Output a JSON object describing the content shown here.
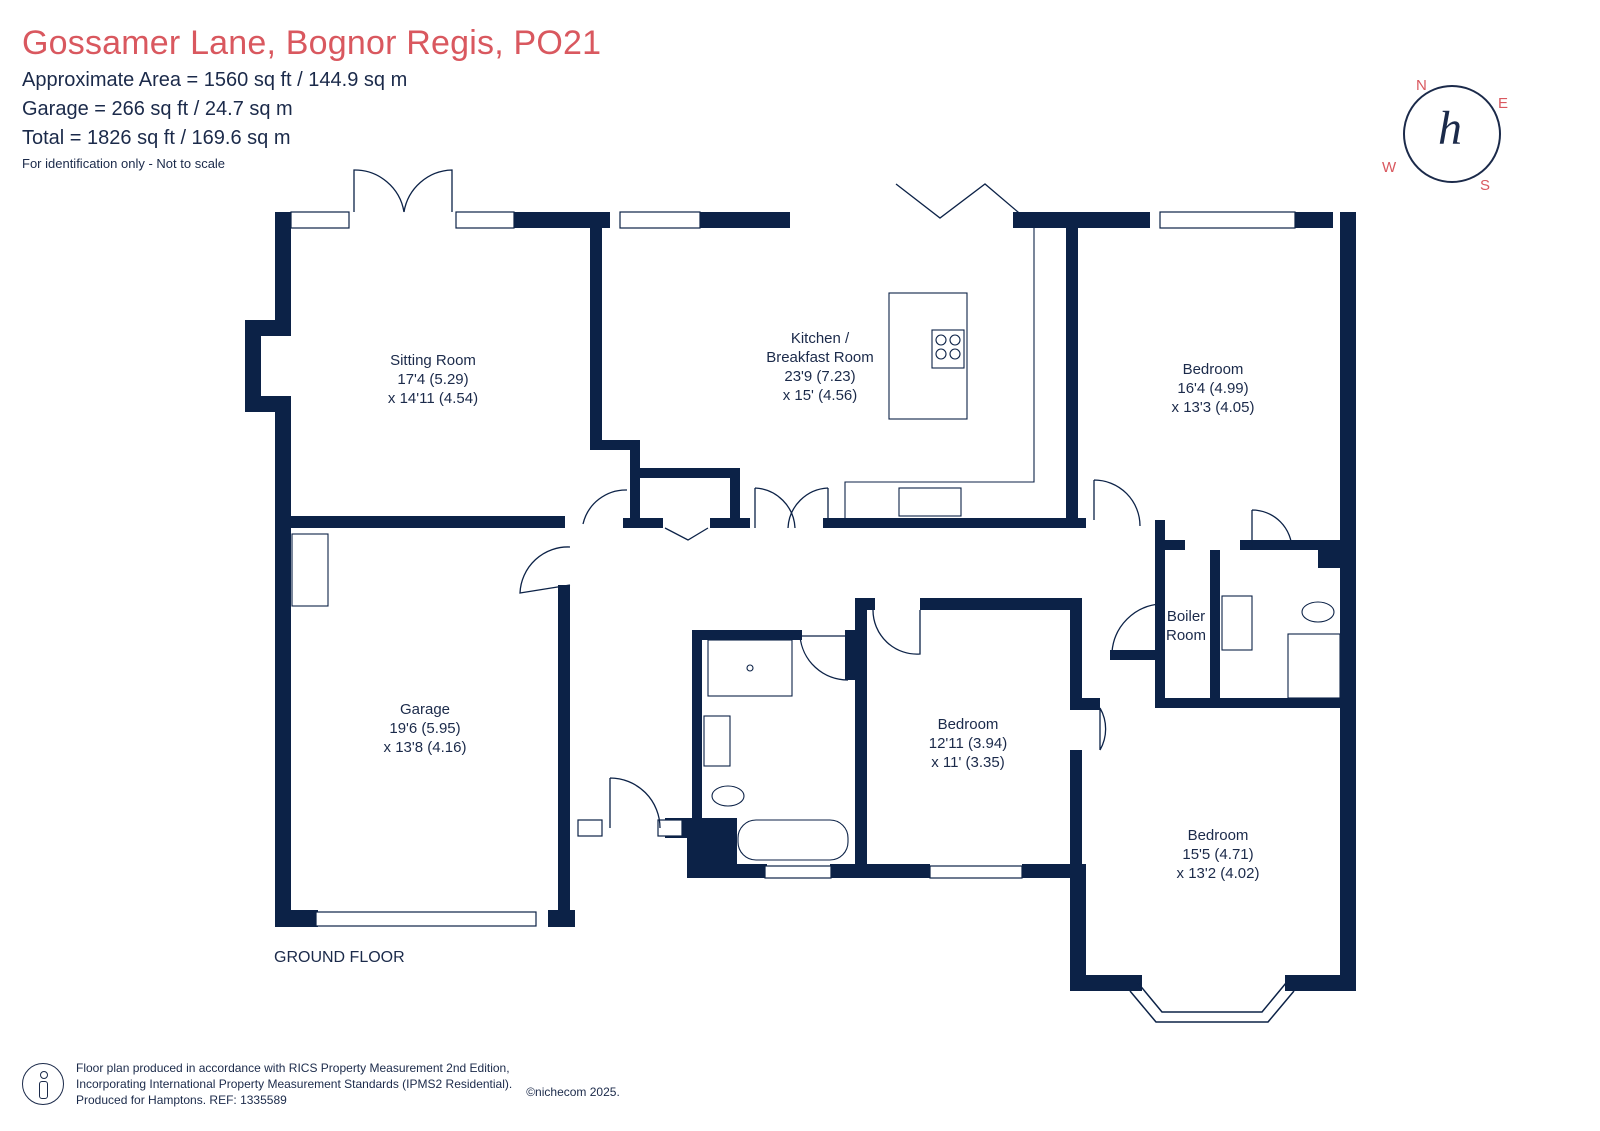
{
  "header": {
    "title": "Gossamer Lane, Bognor Regis, PO21",
    "approx_area": "Approximate Area = 1560 sq ft / 144.9 sq m",
    "garage_area": "Garage = 266 sq ft / 24.7 sq m",
    "total_area": "Total = 1826 sq ft / 169.6 sq m",
    "disclaimer": "For identification only - Not to scale"
  },
  "rooms": {
    "sitting": {
      "name": "Sitting Room",
      "dim1": "17'4 (5.29)",
      "dim2": "x 14'11 (4.54)"
    },
    "kitchen": {
      "name1": "Kitchen /",
      "name2": "Breakfast Room",
      "dim1": "23'9 (7.23)",
      "dim2": "x 15' (4.56)"
    },
    "bedroom_ne": {
      "name": "Bedroom",
      "dim1": "16'4 (4.99)",
      "dim2": "x 13'3 (4.05)"
    },
    "garage": {
      "name": "Garage",
      "dim1": "19'6 (5.95)",
      "dim2": "x 13'8 (4.16)"
    },
    "bedroom_mid": {
      "name": "Bedroom",
      "dim1": "12'11 (3.94)",
      "dim2": "x 11' (3.35)"
    },
    "boiler": {
      "name1": "Boiler",
      "name2": "Room"
    },
    "bedroom_se": {
      "name": "Bedroom",
      "dim1": "15'5 (4.71)",
      "dim2": "x 13'2 (4.02)"
    }
  },
  "floor_label": "GROUND FLOOR",
  "compass": {
    "n": "N",
    "e": "E",
    "s": "S",
    "w": "W",
    "logo": "h"
  },
  "footer": {
    "line1": "Floor plan produced in accordance with RICS Property Measurement 2nd Edition,",
    "line2": "Incorporating International Property Measurement Standards (IPMS2 Residential).",
    "line3": "Produced for Hamptons.  REF: 1335589",
    "copyright": "©nichecom 2025."
  },
  "colors": {
    "wall": "#0c2247",
    "title": "#d9585f",
    "text": "#1b2a4a"
  }
}
